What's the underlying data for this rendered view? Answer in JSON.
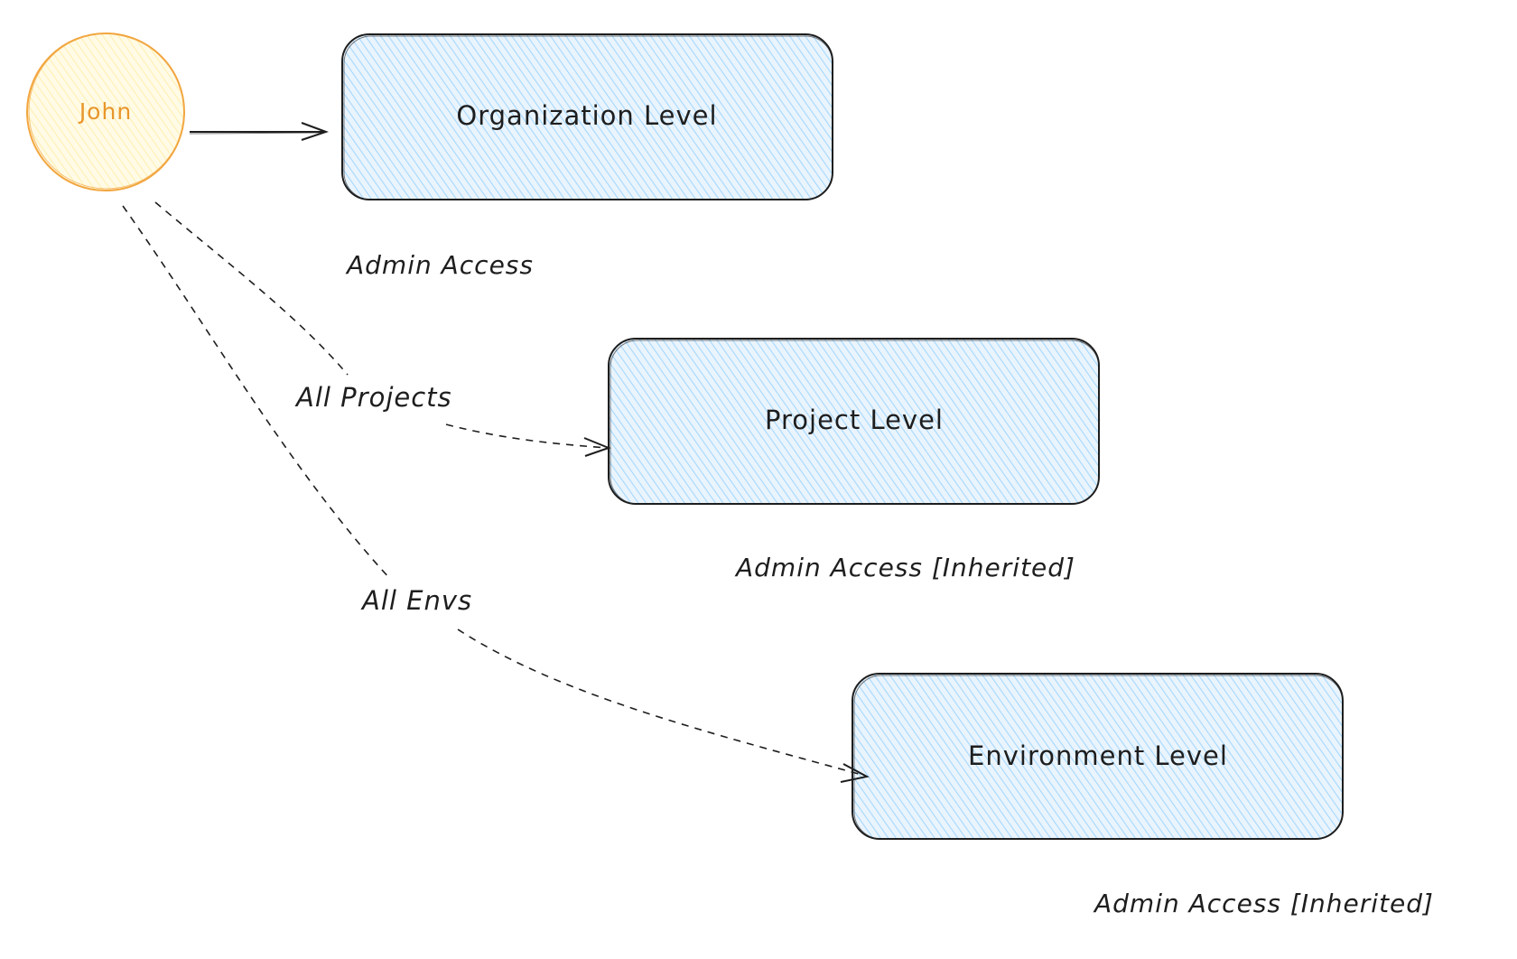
{
  "user": {
    "name": "John"
  },
  "levels": [
    {
      "label": "Organization Level",
      "access": "Admin Access"
    },
    {
      "label": "Project Level",
      "access": "Admin Access [Inherited]"
    },
    {
      "label": "Environment Level",
      "access": "Admin Access [Inherited]"
    }
  ],
  "edges": [
    {
      "from": "John",
      "to": "Organization Level",
      "label": "",
      "style": "solid"
    },
    {
      "from": "John",
      "to": "Project Level",
      "label": "All Projects",
      "style": "dashed"
    },
    {
      "from": "John",
      "to": "Environment Level",
      "label": "All Envs",
      "style": "dashed"
    }
  ],
  "colors": {
    "box_fill": "#a5d8ff",
    "box_stroke": "#1e1e1e",
    "user_fill": "#ffec99",
    "user_stroke": "#f2a640",
    "user_text": "#e8962b",
    "line": "#1e1e1e"
  }
}
